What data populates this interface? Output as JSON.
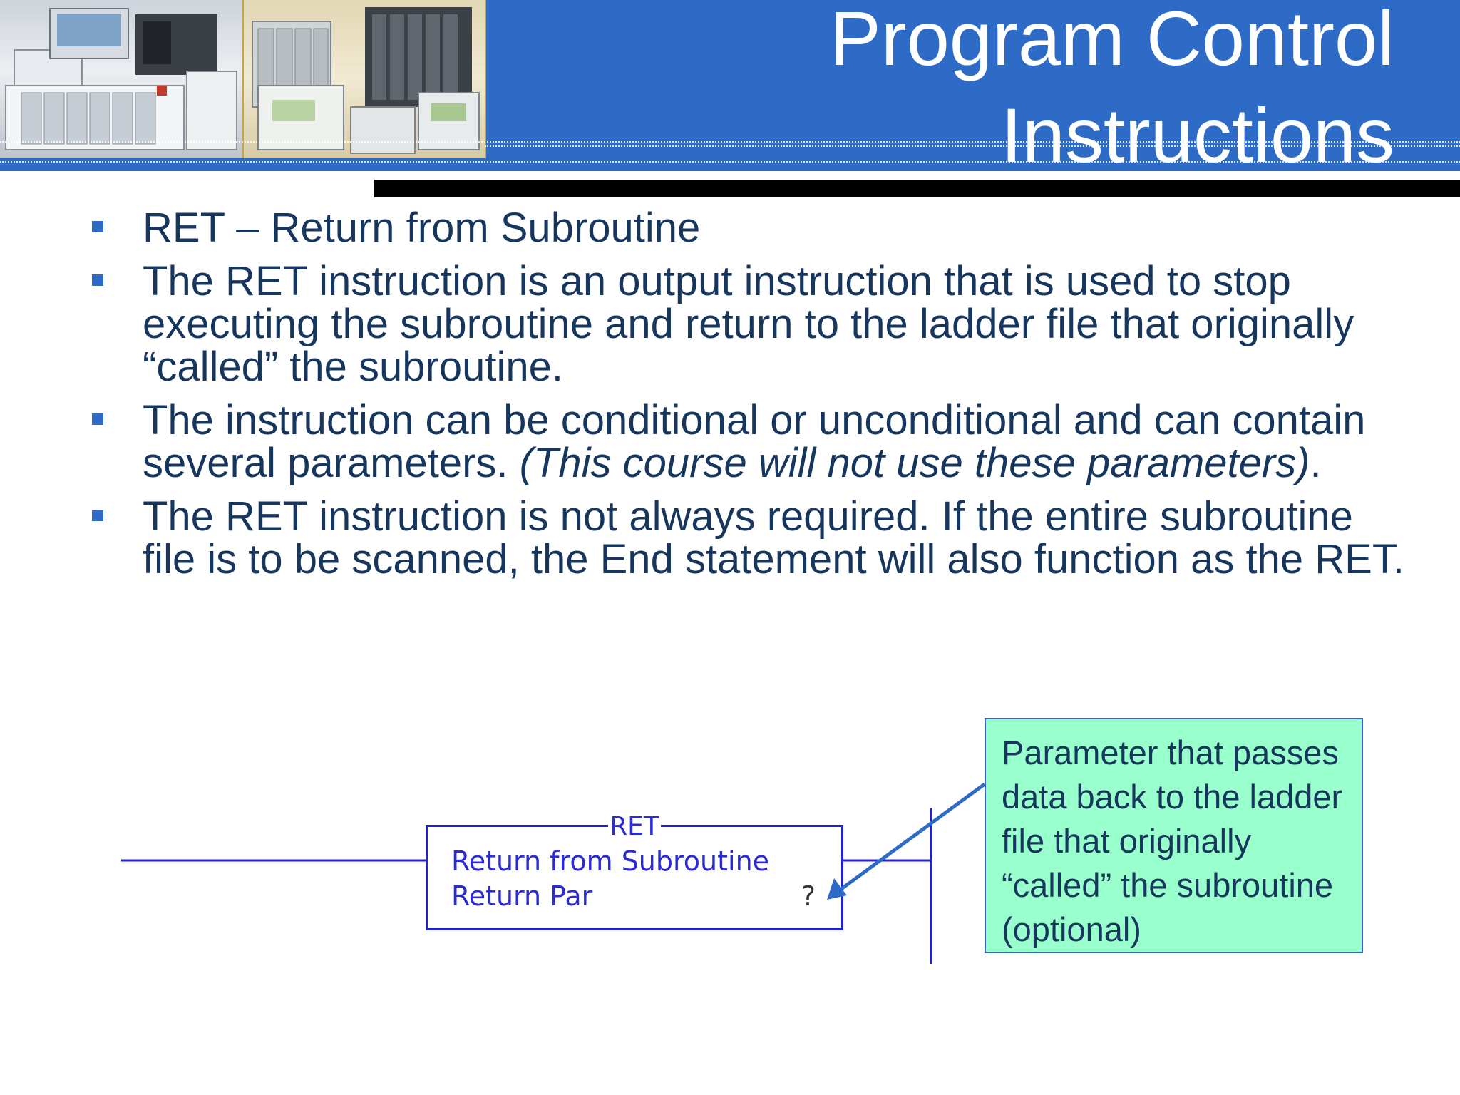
{
  "header": {
    "title_line1": "Program Control",
    "title_line2": "Instructions"
  },
  "bullets": [
    {
      "text": "RET – Return from Subroutine"
    },
    {
      "text": "The RET instruction is an output instruction that is used to stop executing the subroutine and return to the ladder file that originally “called” the subroutine."
    },
    {
      "text": "The instruction can be conditional or unconditional and can contain several parameters. ",
      "italic": "(This course will not use these parameters)",
      "tail": "."
    },
    {
      "text": "The RET instruction is not always required. If the entire subroutine file is to be scanned, the End statement will also function as the RET."
    }
  ],
  "ladder_instruction": {
    "mnemonic": "RET",
    "name": "Return from Subroutine",
    "param_label": "Return Par",
    "param_value": "?"
  },
  "callout": {
    "text": "Parameter that passes data back to the ladder file that originally “called” the subroutine (optional)"
  },
  "colors": {
    "banner": "#2e6bc6",
    "bullet_text": "#17365d",
    "ladder_blue": "#2222cc",
    "callout_fill": "#99ffcc"
  }
}
